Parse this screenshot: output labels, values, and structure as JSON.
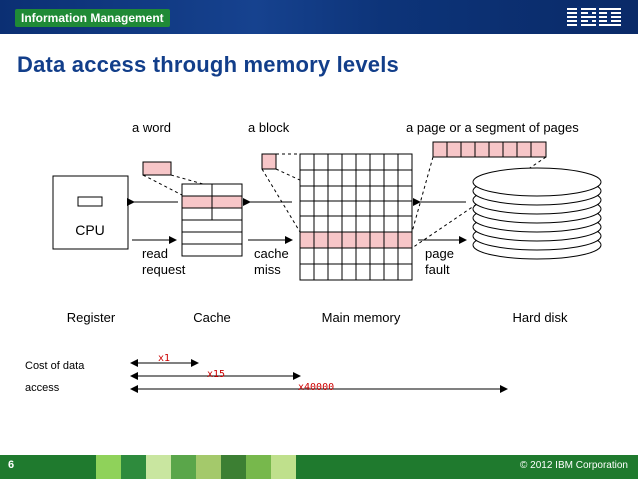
{
  "header": {
    "brand": "Information Management",
    "logo": "IBM"
  },
  "title": "Data access through memory levels",
  "diagram": {
    "top_labels": [
      "a word",
      "a block",
      "a page or a segment of pages"
    ],
    "cpu": "CPU",
    "side_labels": [
      {
        "line1": "read",
        "line2": "request"
      },
      {
        "line1": "cache",
        "line2": "miss"
      },
      {
        "line1": "page",
        "line2": "fault"
      }
    ],
    "levels": [
      "Register",
      "Cache",
      "Main memory",
      "Hard disk"
    ],
    "highlight_color": "#f7c6c8"
  },
  "cost": {
    "label_line1": "Cost of data",
    "label_line2": "access",
    "factors": [
      "x1",
      "x15",
      "x40000"
    ],
    "factor_color": "#cc0000"
  },
  "footer": {
    "page_number": "6",
    "copyright": "© 2012 IBM Corporation"
  }
}
